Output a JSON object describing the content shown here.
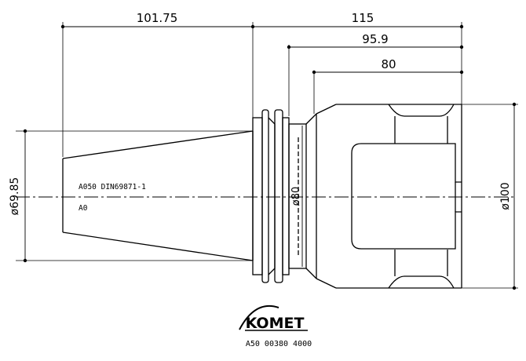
{
  "dimensions": {
    "top_left": "101.75",
    "top_right": "115",
    "mid": "95.9",
    "inner": "80",
    "left_diameter": "ø69.85",
    "center_diameter": "ø80",
    "right_diameter": "ø100"
  },
  "annotations": {
    "line1": "A050 DIN69871-1",
    "line2": "A0"
  },
  "logo": {
    "brand": "KOMET",
    "part_number": "A50 00380 4000"
  }
}
